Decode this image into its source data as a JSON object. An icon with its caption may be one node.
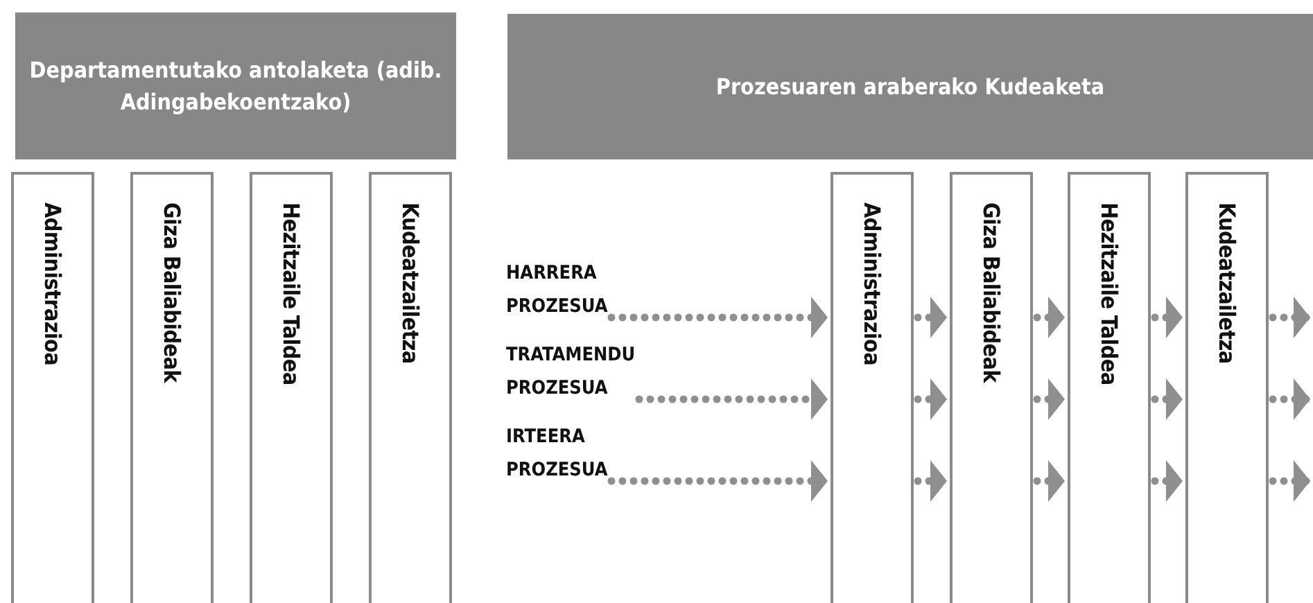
{
  "diagram": {
    "nodes": [
      {
        "text": [
          "Departamentutako antolaketa (adib. Adingabekoentzako)"
        ]
      },
      {
        "text": [
          "Prozesuaren araberako Kudeaketa"
        ]
      },
      {
        "text": [
          "Administrazioa"
        ]
      },
      {
        "text": [
          "Giza Baliabideak"
        ]
      },
      {
        "text": [
          "Hezitzaile Taldea"
        ]
      },
      {
        "text": [
          "Kudeatzailetza"
        ]
      },
      {
        "text": [
          "HARRERA PROZESUA"
        ]
      },
      {
        "text": [
          "TRATAMENDU PROZESUA"
        ]
      },
      {
        "text": [
          "IRTEERA PROZESUA"
        ]
      },
      {
        "text": [
          "Administrazioa"
        ]
      },
      {
        "text": [
          "Giza Baliabideak"
        ]
      },
      {
        "text": [
          "Hezitzaile Taldea"
        ]
      },
      {
        "text": [
          "Kudeatzailetza"
        ]
      }
    ],
    "edges": [
      {
        "from": 6,
        "to": 9,
        "arrow": "to",
        "style": "dashed"
      },
      {
        "from": 9,
        "to": 10,
        "arrow": "to",
        "style": "dashed"
      },
      {
        "from": 10,
        "to": 11,
        "arrow": "to",
        "style": "dashed"
      },
      {
        "from": 11,
        "to": 12,
        "arrow": "to",
        "style": "dashed"
      },
      {
        "from": 12,
        "to": null,
        "arrow": "to",
        "style": "dashed"
      },
      {
        "from": 7,
        "to": 9,
        "arrow": "to",
        "style": "dashed"
      },
      {
        "from": 9,
        "to": 10,
        "arrow": "to",
        "style": "dashed"
      },
      {
        "from": 10,
        "to": 11,
        "arrow": "to",
        "style": "dashed"
      },
      {
        "from": 11,
        "to": 12,
        "arrow": "to",
        "style": "dashed"
      },
      {
        "from": 12,
        "to": null,
        "arrow": "to",
        "style": "dashed"
      },
      {
        "from": 8,
        "to": 9,
        "arrow": "to",
        "style": "dashed"
      },
      {
        "from": 9,
        "to": 10,
        "arrow": "to",
        "style": "dashed"
      },
      {
        "from": 10,
        "to": 11,
        "arrow": "to",
        "style": "dashed"
      },
      {
        "from": 11,
        "to": 12,
        "arrow": "to",
        "style": "dashed"
      },
      {
        "from": 12,
        "to": null,
        "arrow": "to",
        "style": "dashed"
      }
    ]
  }
}
